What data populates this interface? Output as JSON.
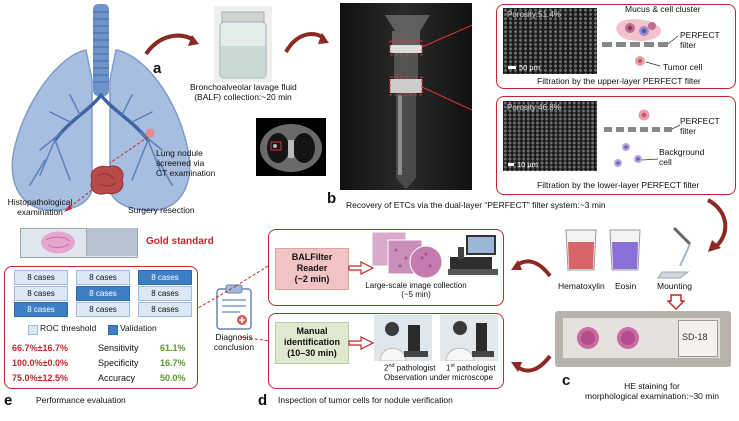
{
  "letters": {
    "a": "a",
    "b": "b",
    "c": "c",
    "d": "d",
    "e": "e"
  },
  "labels": {
    "balf": "Bronchoalveolar lavage fluid",
    "balf2": "(BALF) collection:~20 min",
    "nodule1": "Lung nodule",
    "nodule2": "screened via",
    "nodule3": "CT examination",
    "histo1": "Histopathological",
    "histo2": "examination",
    "surgery": "Surgery resection",
    "gold": "Gold standard",
    "recovery": "Recovery of ETCs via the dual-layer “PERFECT” filter system:~3 min",
    "upper_caption": "Filtration by the upper-layer PERFECT filter",
    "lower_caption": "Filtration by the lower-layer PERFECT filter",
    "upper_porosity": "Porosity:51.4%",
    "lower_porosity": "Porosity:46.8%",
    "upper_scale": "50 μm",
    "lower_scale": "10 μm",
    "mucus": "Mucus & cell cluster",
    "perfect_upper": "PERFECT",
    "filter_upper": "filter",
    "tumor_cell": "Tumor cell",
    "perfect_lower": "PERFECT",
    "filter_lower": "filter",
    "background1": "Background",
    "background2": "cell",
    "hematoxylin": "Hematoxylin",
    "eosin": "Eosin",
    "mounting": "Mounting",
    "slide_text": "SD-18",
    "he1": "HE staining for",
    "he2": "morphological examination:~30 min",
    "balfilter1": "BALFilter",
    "balfilter2": "Reader",
    "balfilter3": "(~2 min)",
    "largescale1": "Large-scale image collection",
    "largescale2": "(~5 min)",
    "manual1": "Manual",
    "manual2": "identification",
    "manual3": "(10–30 min)",
    "path2a": "2",
    "path2b": "nd",
    "path2c": " pathologist",
    "path1a": "1",
    "path1b": "st",
    "path1c": " pathologist",
    "observation": "Observation under microscope",
    "diagnosis1": "Diagnosis",
    "diagnosis2": "conclusion",
    "inspection": "Inspection of tumor cells for nodule verification",
    "performance": "Performance evaluation",
    "roc": "ROC threshold",
    "validation": "Validation"
  },
  "cases": {
    "col1": [
      "8 cases",
      "8 cases",
      "8 cases"
    ],
    "col2": [
      "8 cases",
      "8 cases",
      "8 cases"
    ],
    "col3": [
      "8 cases",
      "8 cases",
      "8 cases"
    ]
  },
  "metrics": [
    {
      "left": "66.7%±16.7%",
      "name": "Sensitivity",
      "right": "61.1%"
    },
    {
      "left": "100.0%±0.0%",
      "name": "Specificity",
      "right": "16.7%"
    },
    {
      "left": "75.0%±12.5%",
      "name": "Accuracy",
      "right": "50.0%"
    }
  ],
  "colors": {
    "red": "#c0282d",
    "green": "#5a9a2a",
    "blue": "#3d7fc4",
    "lightblue": "#dbe8f5",
    "pinkbox": "#f2c3c3",
    "greenbox": "#dfe9cf"
  }
}
